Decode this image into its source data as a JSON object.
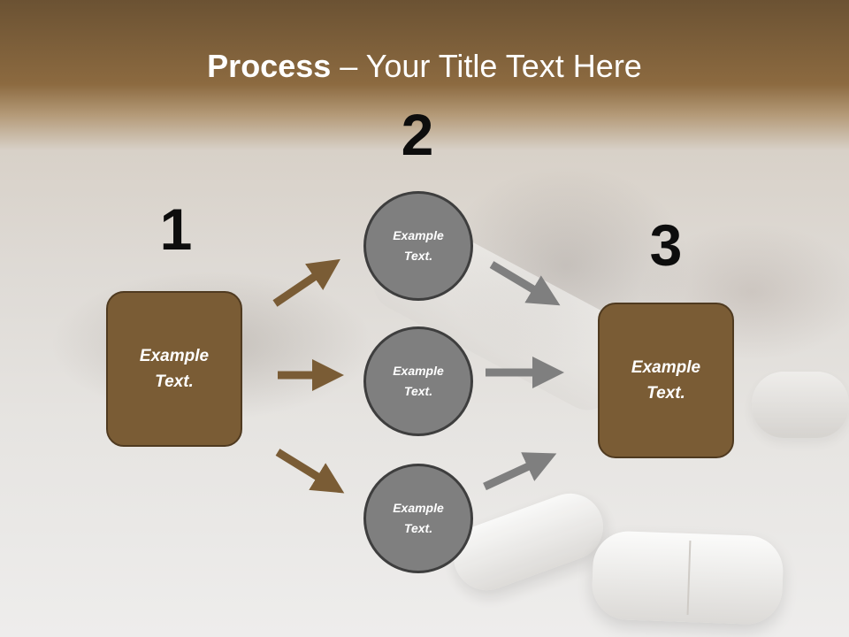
{
  "title": {
    "bold": "Process",
    "rest": " – Your Title Text Here"
  },
  "steps": {
    "n1": "1",
    "n2": "2",
    "n3": "3"
  },
  "boxes": {
    "left_line1": "Example",
    "left_line2": "Text.",
    "right_line1": "Example",
    "right_line2": "Text."
  },
  "circles": [
    {
      "line1": "Example",
      "line2": "Text."
    },
    {
      "line1": "Example",
      "line2": "Text."
    },
    {
      "line1": "Example",
      "line2": "Text."
    }
  ],
  "colors": {
    "brown": "#7a5c35",
    "gray": "#7f7f7f",
    "title_bar": "#7a5c35"
  }
}
